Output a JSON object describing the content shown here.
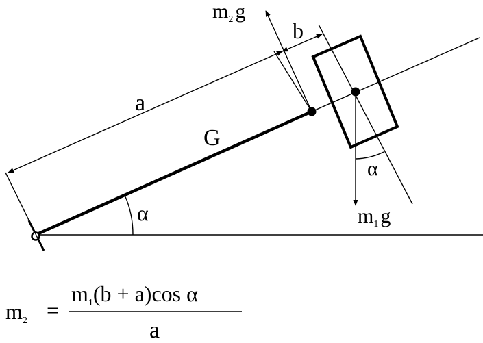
{
  "labels": {
    "m2g_main": "m",
    "m2g_sub": "2",
    "m2g_g": "g",
    "b": "b",
    "a": "a",
    "G": "G",
    "alpha_bottom": "α",
    "alpha_right": "α",
    "m1g_main": "m",
    "m1g_sub": "1",
    "m1g_g": "g"
  },
  "formula": {
    "lhs_main": "m",
    "lhs_sub": "2",
    "equals": "=",
    "num_m": "m",
    "num_sub": "1",
    "num_rest": "(b + a)cos α",
    "denominator": "a"
  },
  "colors": {
    "ink": "#000000",
    "background": "#ffffff"
  }
}
